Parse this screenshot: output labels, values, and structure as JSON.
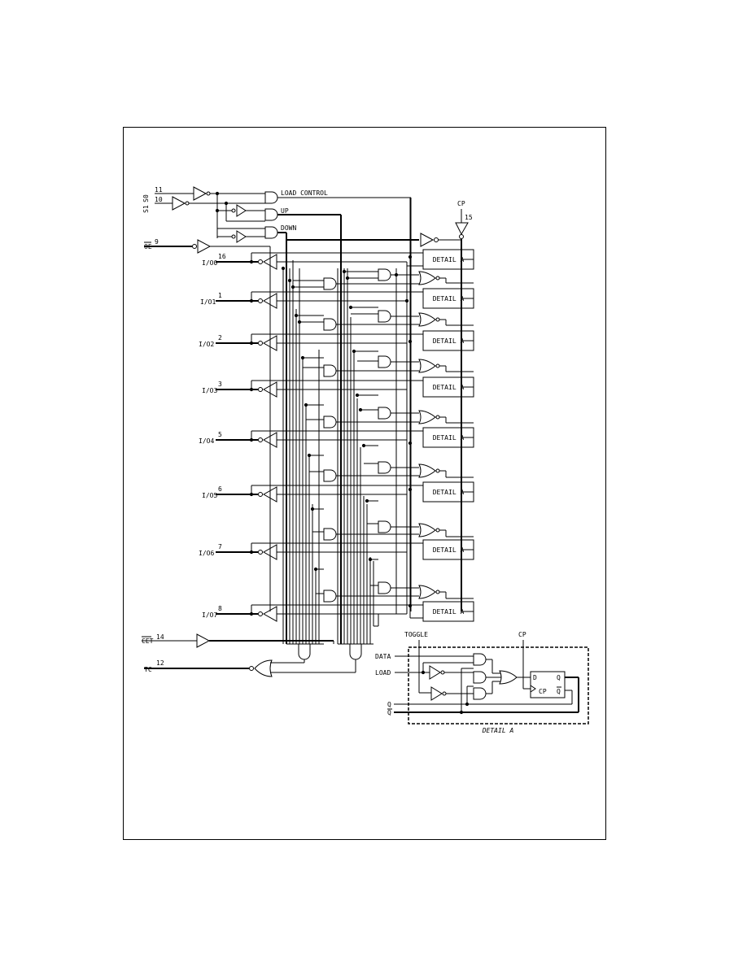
{
  "control_inputs": [
    {
      "name": "S0",
      "pin": "11"
    },
    {
      "name": "S1",
      "pin": "10"
    }
  ],
  "control_lines": [
    "LOAD CONTROL",
    "UP",
    "DOWN"
  ],
  "oe": {
    "name": "OE",
    "pin": "9"
  },
  "cp": {
    "name": "CP",
    "pin": "15"
  },
  "cet": {
    "name": "CET",
    "pin": "14"
  },
  "tc": {
    "name": "TC",
    "pin": "12"
  },
  "io_pins": [
    {
      "name": "I/O0",
      "pin": "16"
    },
    {
      "name": "I/O1",
      "pin": "1"
    },
    {
      "name": "I/O2",
      "pin": "2"
    },
    {
      "name": "I/O3",
      "pin": "3"
    },
    {
      "name": "I/O4",
      "pin": "5"
    },
    {
      "name": "I/O5",
      "pin": "6"
    },
    {
      "name": "I/O6",
      "pin": "7"
    },
    {
      "name": "I/O7",
      "pin": "8"
    }
  ],
  "detail_block_label": "DETAIL A",
  "detail": {
    "title": "DETAIL A",
    "toggle": "TOGGLE",
    "data": "DATA",
    "load": "LOAD",
    "cp": "CP",
    "q": "Q",
    "qbar": "Q",
    "ff_d": "D",
    "ff_q": "Q",
    "ff_cp": "CP",
    "ff_qbar": "Q"
  }
}
